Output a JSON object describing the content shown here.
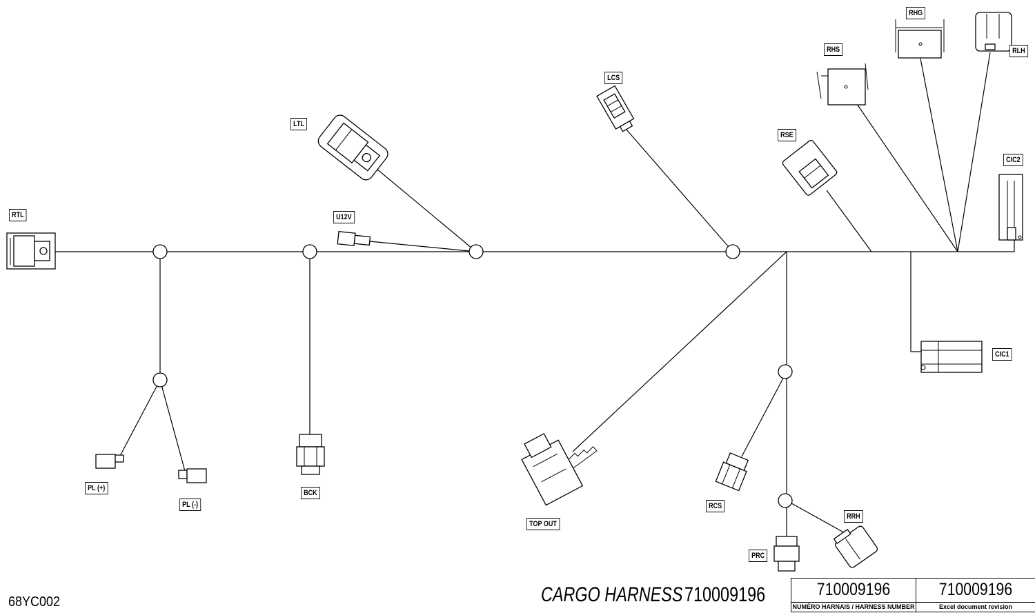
{
  "document": {
    "code": "68YC002",
    "title": "CARGO HARNESS",
    "part_number": "710009196"
  },
  "title_block": {
    "harness_number": "710009196",
    "harness_caption": "NUMÉRO HARNAIS / HARNESS NUMBER",
    "revision": "710009196",
    "revision_caption": "Excel document revision"
  },
  "connectors": {
    "rtl": "RTL",
    "ltl": "LTL",
    "u12v": "U12V",
    "lcs": "LCS",
    "rse": "RSE",
    "rhs": "RHS",
    "rhg": "RHG",
    "rlh": "RLH",
    "cic2": "CIC2",
    "cic1": "CIC1",
    "pl_plus": "PL (+)",
    "pl_minus": "PL (-)",
    "bck": "BCK",
    "top_out": "TOP OUT",
    "rcs": "RCS",
    "prc": "PRC",
    "rrh": "RRH"
  }
}
